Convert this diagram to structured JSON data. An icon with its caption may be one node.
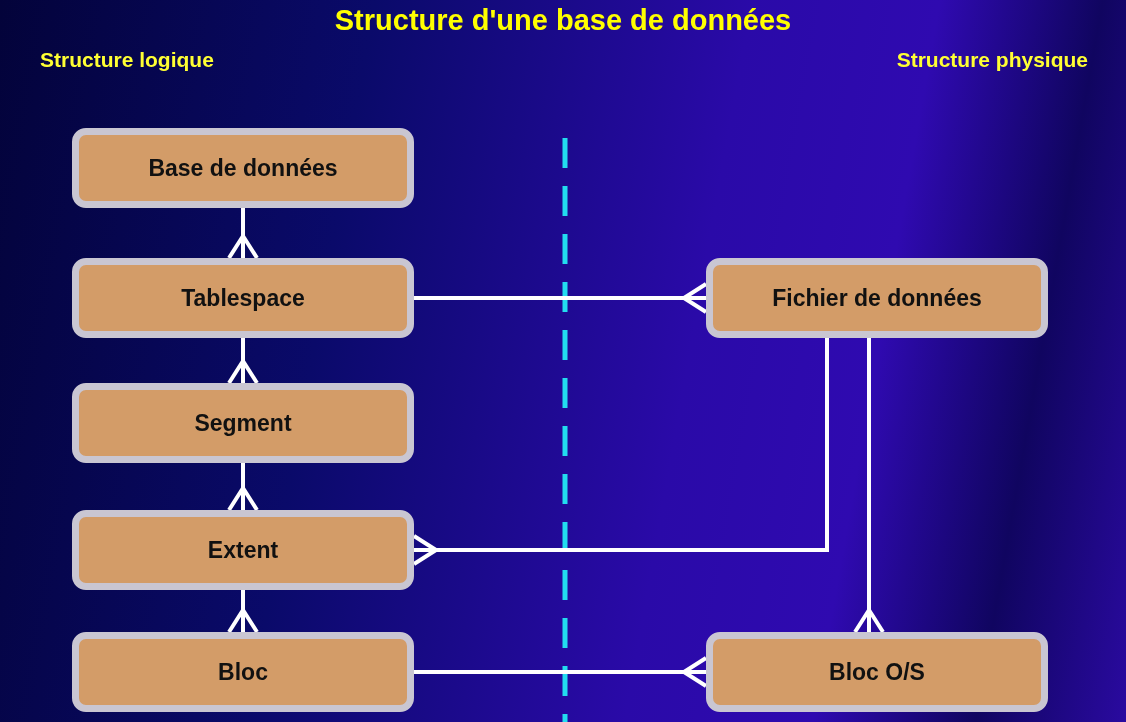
{
  "diagram": {
    "title": "Structure d'une base de données",
    "nodes": [
      {
        "text": [
          "Base de données"
        ]
      },
      {
        "text": [
          "Tablespace"
        ]
      },
      {
        "text": [
          "Segment"
        ]
      },
      {
        "text": [
          "Extent"
        ]
      },
      {
        "text": [
          "Bloc"
        ]
      },
      {
        "text": [
          "Fichier de données"
        ]
      },
      {
        "text": [
          "Bloc O/S"
        ]
      }
    ],
    "edges": [
      {
        "from": 0,
        "to": 1,
        "arrow": "other"
      },
      {
        "from": 1,
        "to": 2,
        "arrow": "other"
      },
      {
        "from": 2,
        "to": 3,
        "arrow": "other"
      },
      {
        "from": 3,
        "to": 4,
        "arrow": "other"
      },
      {
        "from": 1,
        "to": 5,
        "arrow": "other"
      },
      {
        "from": 5,
        "to": 3,
        "arrow": "other"
      },
      {
        "from": 5,
        "to": 6,
        "arrow": "other"
      },
      {
        "from": 4,
        "to": 6,
        "arrow": "other"
      }
    ],
    "labels": [
      "Structure logique",
      "Structure physique"
    ]
  }
}
